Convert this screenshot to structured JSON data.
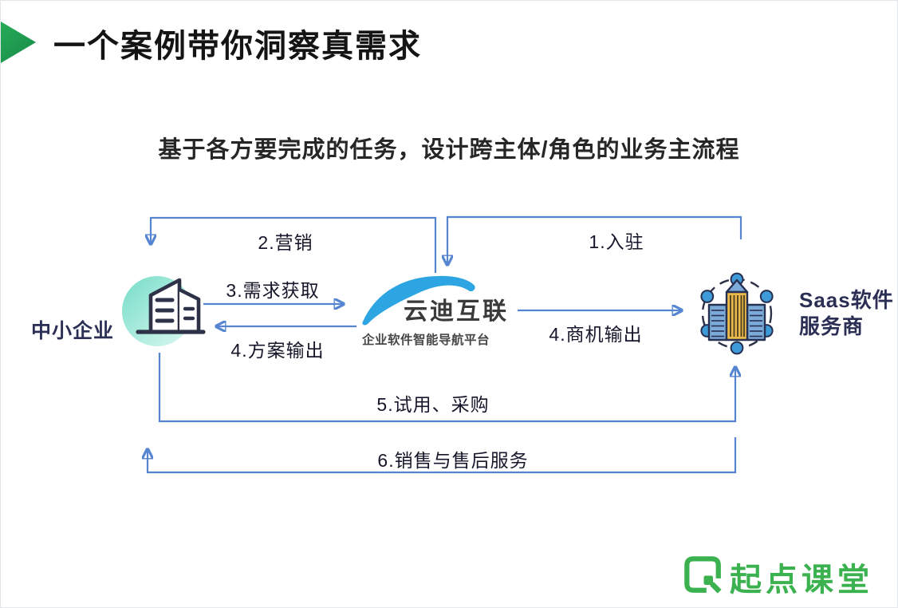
{
  "slide": {
    "title": "一个案例带你洞察真需求",
    "subtitle": "基于各方要完成的任务，设计跨主体/角色的业务主流程"
  },
  "entities": {
    "sme": {
      "label": "中小企业",
      "icon": "buildings-icon"
    },
    "platform": {
      "name": "云迪互联",
      "tagline": "企业软件智能导航平台",
      "icon": "blue-arc-logo"
    },
    "saas": {
      "label_line1": "Saas软件",
      "label_line2": "服务商",
      "icon": "network-building-icon"
    }
  },
  "flows": {
    "join": "1.入驻",
    "marketing": "2.营销",
    "demand_capture": "3.需求获取",
    "solution_output": "4.方案输出",
    "lead_output": "4.商机输出",
    "trial_purchase": "5.试用、采购",
    "sales_aftersales": "6.销售与售后服务"
  },
  "footer": {
    "brand": "起点课堂"
  },
  "colors": {
    "accent_green": "#1fa254",
    "brand_green": "#3bb14f",
    "arrow_blue": "#5585d0",
    "logo_blue": "#2ea5e3",
    "navy_text": "#2b2f55",
    "teal_circle": "#7ce0cc",
    "gold_building": "#ecba4b",
    "steel_blue_building": "#7cabda"
  }
}
